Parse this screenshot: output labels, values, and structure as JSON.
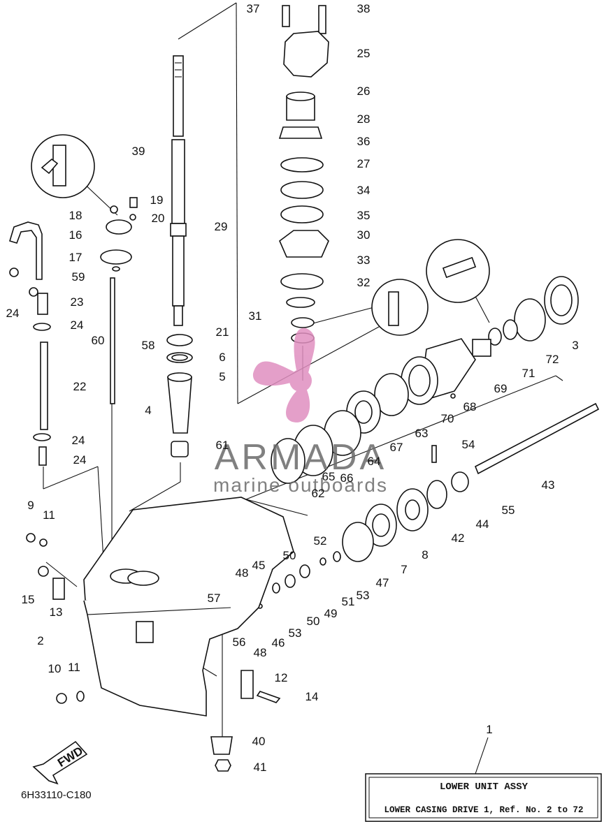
{
  "diagram": {
    "drawing_code": "6H33110-C180",
    "fwd_label": "FWD",
    "title_box": {
      "ref_number": "1",
      "line1": "LOWER UNIT ASSY",
      "line2": "LOWER CASING DRIVE 1, Ref. No. 2 to 72"
    },
    "watermark": {
      "brand": "ARMADA",
      "tagline": "marine outboards",
      "logo_color": "#e08fc0",
      "text_color": "#6b6b6b"
    },
    "callouts": [
      "37",
      "38",
      "25",
      "26",
      "28",
      "36",
      "27",
      "34",
      "35",
      "30",
      "33",
      "32",
      "31",
      "39",
      "19",
      "18",
      "20",
      "16",
      "29",
      "17",
      "59",
      "23",
      "24",
      "24",
      "60",
      "58",
      "24",
      "22",
      "24",
      "21",
      "6",
      "5",
      "4",
      "61",
      "3",
      "72",
      "71",
      "69",
      "68",
      "70",
      "63",
      "67",
      "64",
      "66",
      "65",
      "62",
      "54",
      "43",
      "55",
      "44",
      "42",
      "8",
      "7",
      "47",
      "52",
      "53",
      "51",
      "50",
      "49",
      "50",
      "53",
      "46",
      "48",
      "45",
      "48",
      "57",
      "56",
      "9",
      "11",
      "15",
      "13",
      "2",
      "10",
      "11",
      "12",
      "14",
      "40",
      "41",
      "1"
    ]
  }
}
